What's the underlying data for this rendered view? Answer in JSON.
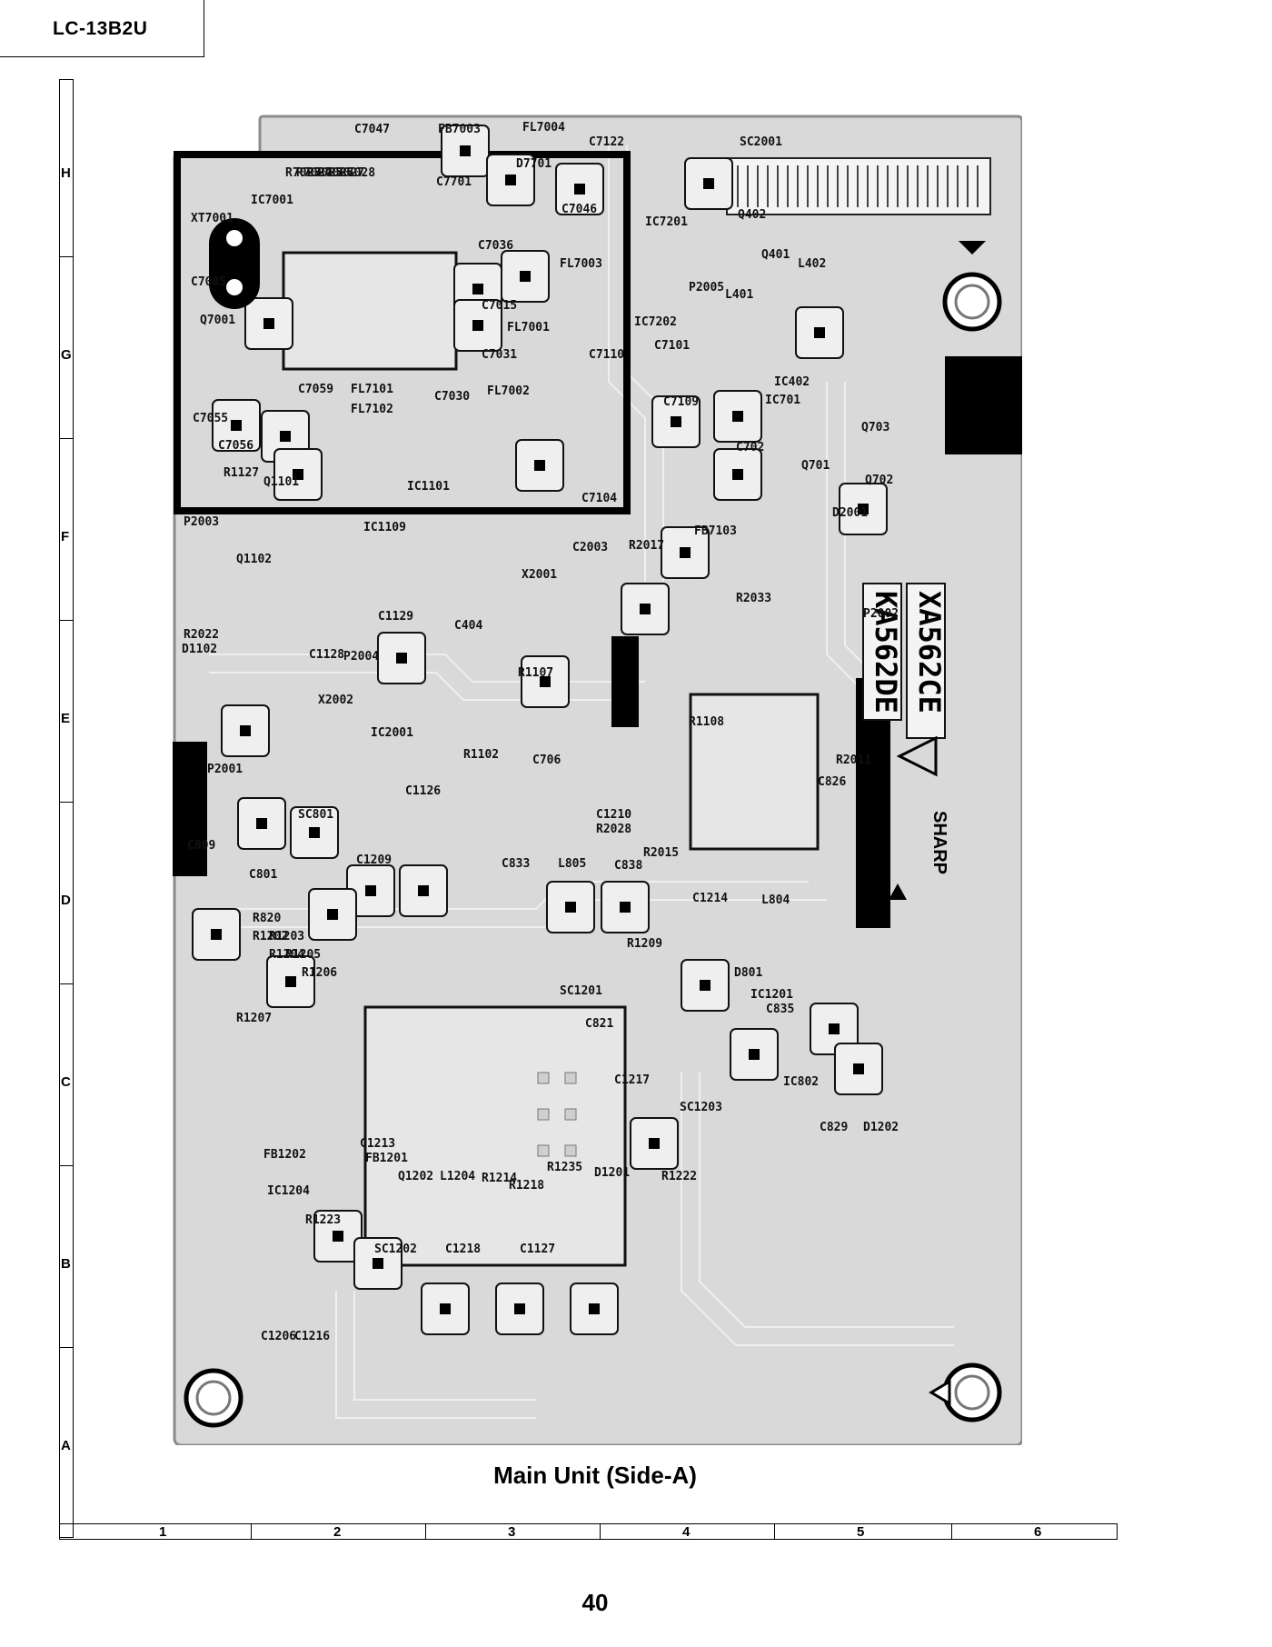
{
  "header": {
    "model": "LC-13B2U"
  },
  "rows": [
    "H",
    "G",
    "F",
    "E",
    "D",
    "C",
    "B",
    "A"
  ],
  "columns": [
    "1",
    "2",
    "3",
    "4",
    "5",
    "6"
  ],
  "caption": "Main Unit (Side-A)",
  "page_number": "40",
  "board": {
    "chip_markings": [
      "XA562CE",
      "KA562DE"
    ],
    "brand": "SHARP",
    "component_labels": [
      "C7047",
      "FB7003",
      "FL7004",
      "C7122",
      "SC2001",
      "R7023",
      "R7024",
      "R7025",
      "R7026",
      "R7027",
      "R7028",
      "D7701",
      "C7046",
      "IC7001",
      "XT7001",
      "C7701",
      "C7036",
      "FL7003",
      "IC7201",
      "Q402",
      "Q401",
      "L402",
      "P2005",
      "L401",
      "IC7202",
      "C7015",
      "C7031",
      "FL7001",
      "C7005",
      "Q7001",
      "C7101",
      "C7110",
      "IC402",
      "IC701",
      "C7059",
      "FL7101",
      "FL7102",
      "C7030",
      "FL7002",
      "C7109",
      "C7055",
      "C7056",
      "Q703",
      "C702",
      "Q701",
      "Q702",
      "R1127",
      "Q1101",
      "IC1101",
      "C7104",
      "FB7103",
      "D2001",
      "P2003",
      "IC1109",
      "Q1102",
      "C2003",
      "R2017",
      "X2001",
      "P2002",
      "C1129",
      "C404",
      "R2033",
      "R2022",
      "D1102",
      "C1128",
      "P2004",
      "R1107",
      "X2002",
      "R1108",
      "IC2001",
      "R1102",
      "C706",
      "R2011",
      "P2001",
      "C1126",
      "C826",
      "SC801",
      "C1210",
      "R2028",
      "R2015",
      "C809",
      "C1209",
      "C833",
      "L805",
      "C838",
      "C801",
      "C1214",
      "L804",
      "R820",
      "R1202",
      "R1203",
      "R1204",
      "R1205",
      "R1206",
      "R1207",
      "R1209",
      "SC1201",
      "D801",
      "IC1201",
      "C835",
      "C821",
      "C1217",
      "IC802",
      "C829",
      "D1202",
      "SC1203",
      "FB1202",
      "IC1204",
      "C1213",
      "FB1201",
      "R1235",
      "D1201",
      "Q1202",
      "L1204",
      "R1214",
      "R1218",
      "R1222",
      "R1223",
      "SC1202",
      "C1218",
      "C1127",
      "C1206",
      "C1216"
    ]
  }
}
